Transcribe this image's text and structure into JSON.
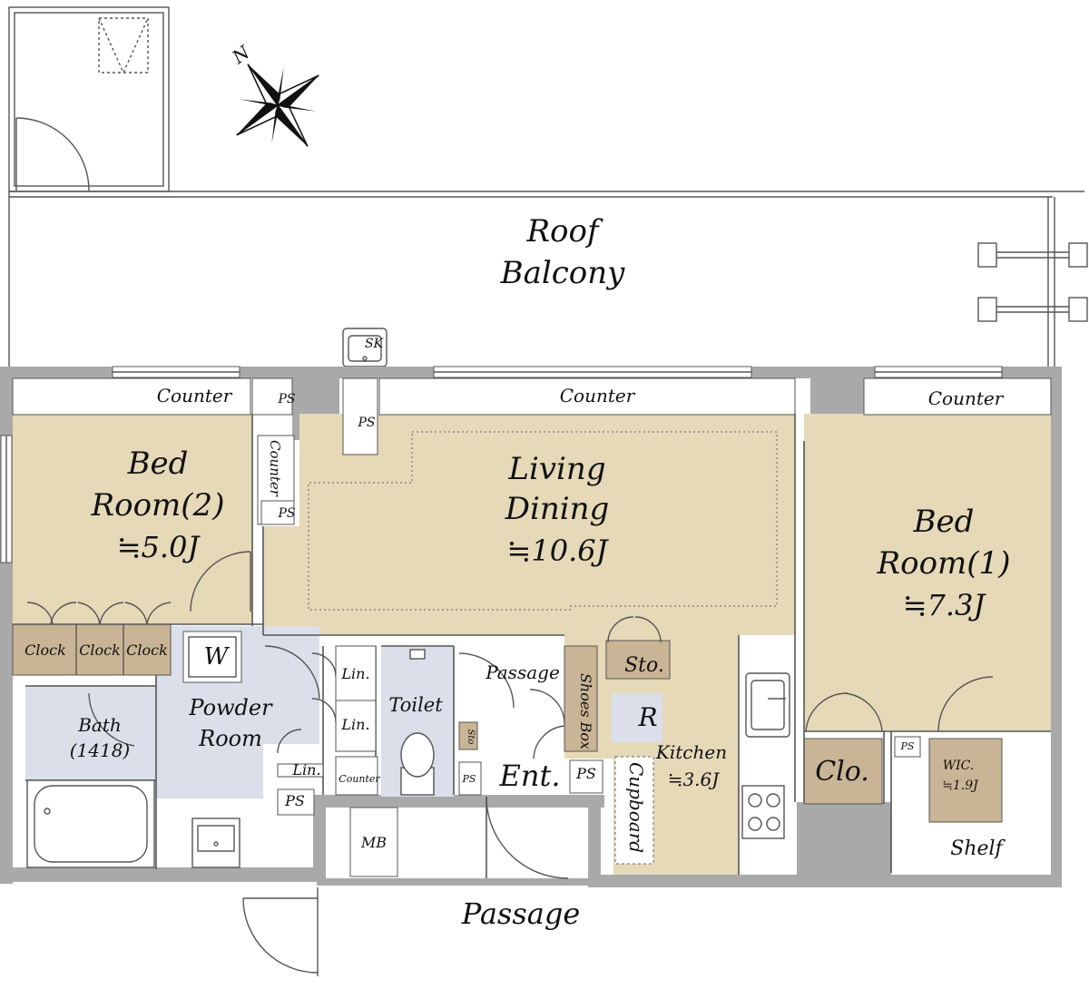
{
  "colors": {
    "wall": "#a9a9a9",
    "room_floor": "#e6d9b8",
    "wet_area": "#dbdfe9",
    "storage": "#c9b595",
    "line": "#555555"
  },
  "compass": {
    "label": "N",
    "icon": "compass-rose-icon"
  },
  "balcony": {
    "line1": "Roof",
    "line2": "Balcony",
    "sink": "SK"
  },
  "counters": {
    "bedroom2": "Counter",
    "living": "Counter",
    "bedroom1": "Counter",
    "vertical": "Counter",
    "powder": "Counter"
  },
  "ps": {
    "label": "PS"
  },
  "bedroom2": {
    "line1": "Bed",
    "line2": "Room(2)",
    "size": "≒5.0J"
  },
  "living": {
    "line1": "Living",
    "line2": "Dining",
    "size": "≒10.6J"
  },
  "bedroom1": {
    "line1": "Bed",
    "line2": "Room(1)",
    "size": "≒7.3J"
  },
  "closets": {
    "clock1": "Clock",
    "clock2": "Clock",
    "clock3": "Clock",
    "clo": "Clo."
  },
  "washer": "W",
  "powder": {
    "line1": "Powder",
    "line2": "Room"
  },
  "bath": {
    "line1": "Bath",
    "line2": "(1418)"
  },
  "linen": {
    "lin1": "Lin.",
    "lin2": "Lin.",
    "lin3": "Lin."
  },
  "toilet": "Toilet",
  "interior_passage": "Passage",
  "shoes_box": "Shoes Box",
  "sto_small": "Sto",
  "entrance": "Ent.",
  "storage": "Sto.",
  "fridge": "R",
  "kitchen": {
    "line1": "Kitchen",
    "size": "≒3.6J"
  },
  "cupboard": "Cupboard",
  "wic": {
    "line1": "WIC.",
    "size": "≒1.9J"
  },
  "shelf": "Shelf",
  "meter_box": "MB",
  "outer_passage": "Passage"
}
